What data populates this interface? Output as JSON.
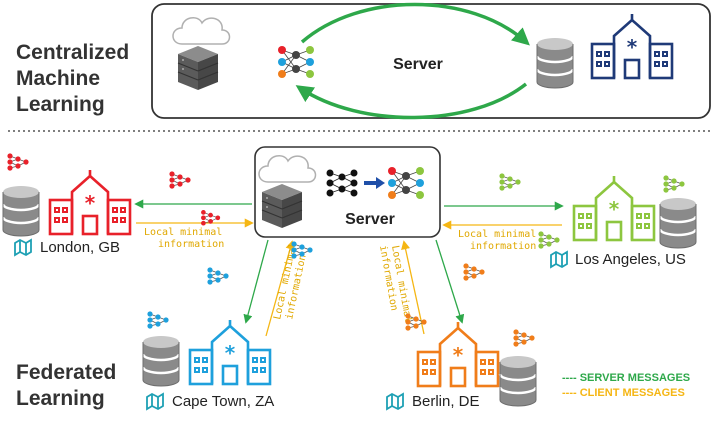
{
  "headings": {
    "centralized": [
      "Centralized",
      "Machine",
      "Learning"
    ],
    "federated": [
      "Federated",
      "Learning"
    ]
  },
  "server_label": "Server",
  "annotation": [
    "Local minimal",
    "information"
  ],
  "cities": {
    "london": "London, GB",
    "los_angeles": "Los Angeles, US",
    "cape_town": "Cape Town, ZA",
    "berlin": "Berlin, DE"
  },
  "legend": {
    "server": "---- SERVER MESSAGES",
    "client": "---- CLIENT MESSAGES"
  },
  "icons": [
    "cloud-icon",
    "server-rack-icon",
    "neural-network-icon",
    "database-icon",
    "hospital-icon",
    "map-pin-icon"
  ],
  "colors": {
    "server_message": "#2ea84a",
    "client_message": "#f5b614",
    "london": "#e8212a",
    "los_angeles": "#8dc63f",
    "cape_town": "#1ea0dc",
    "berlin": "#f07d1a",
    "central_hospital": "#1f3a78"
  }
}
